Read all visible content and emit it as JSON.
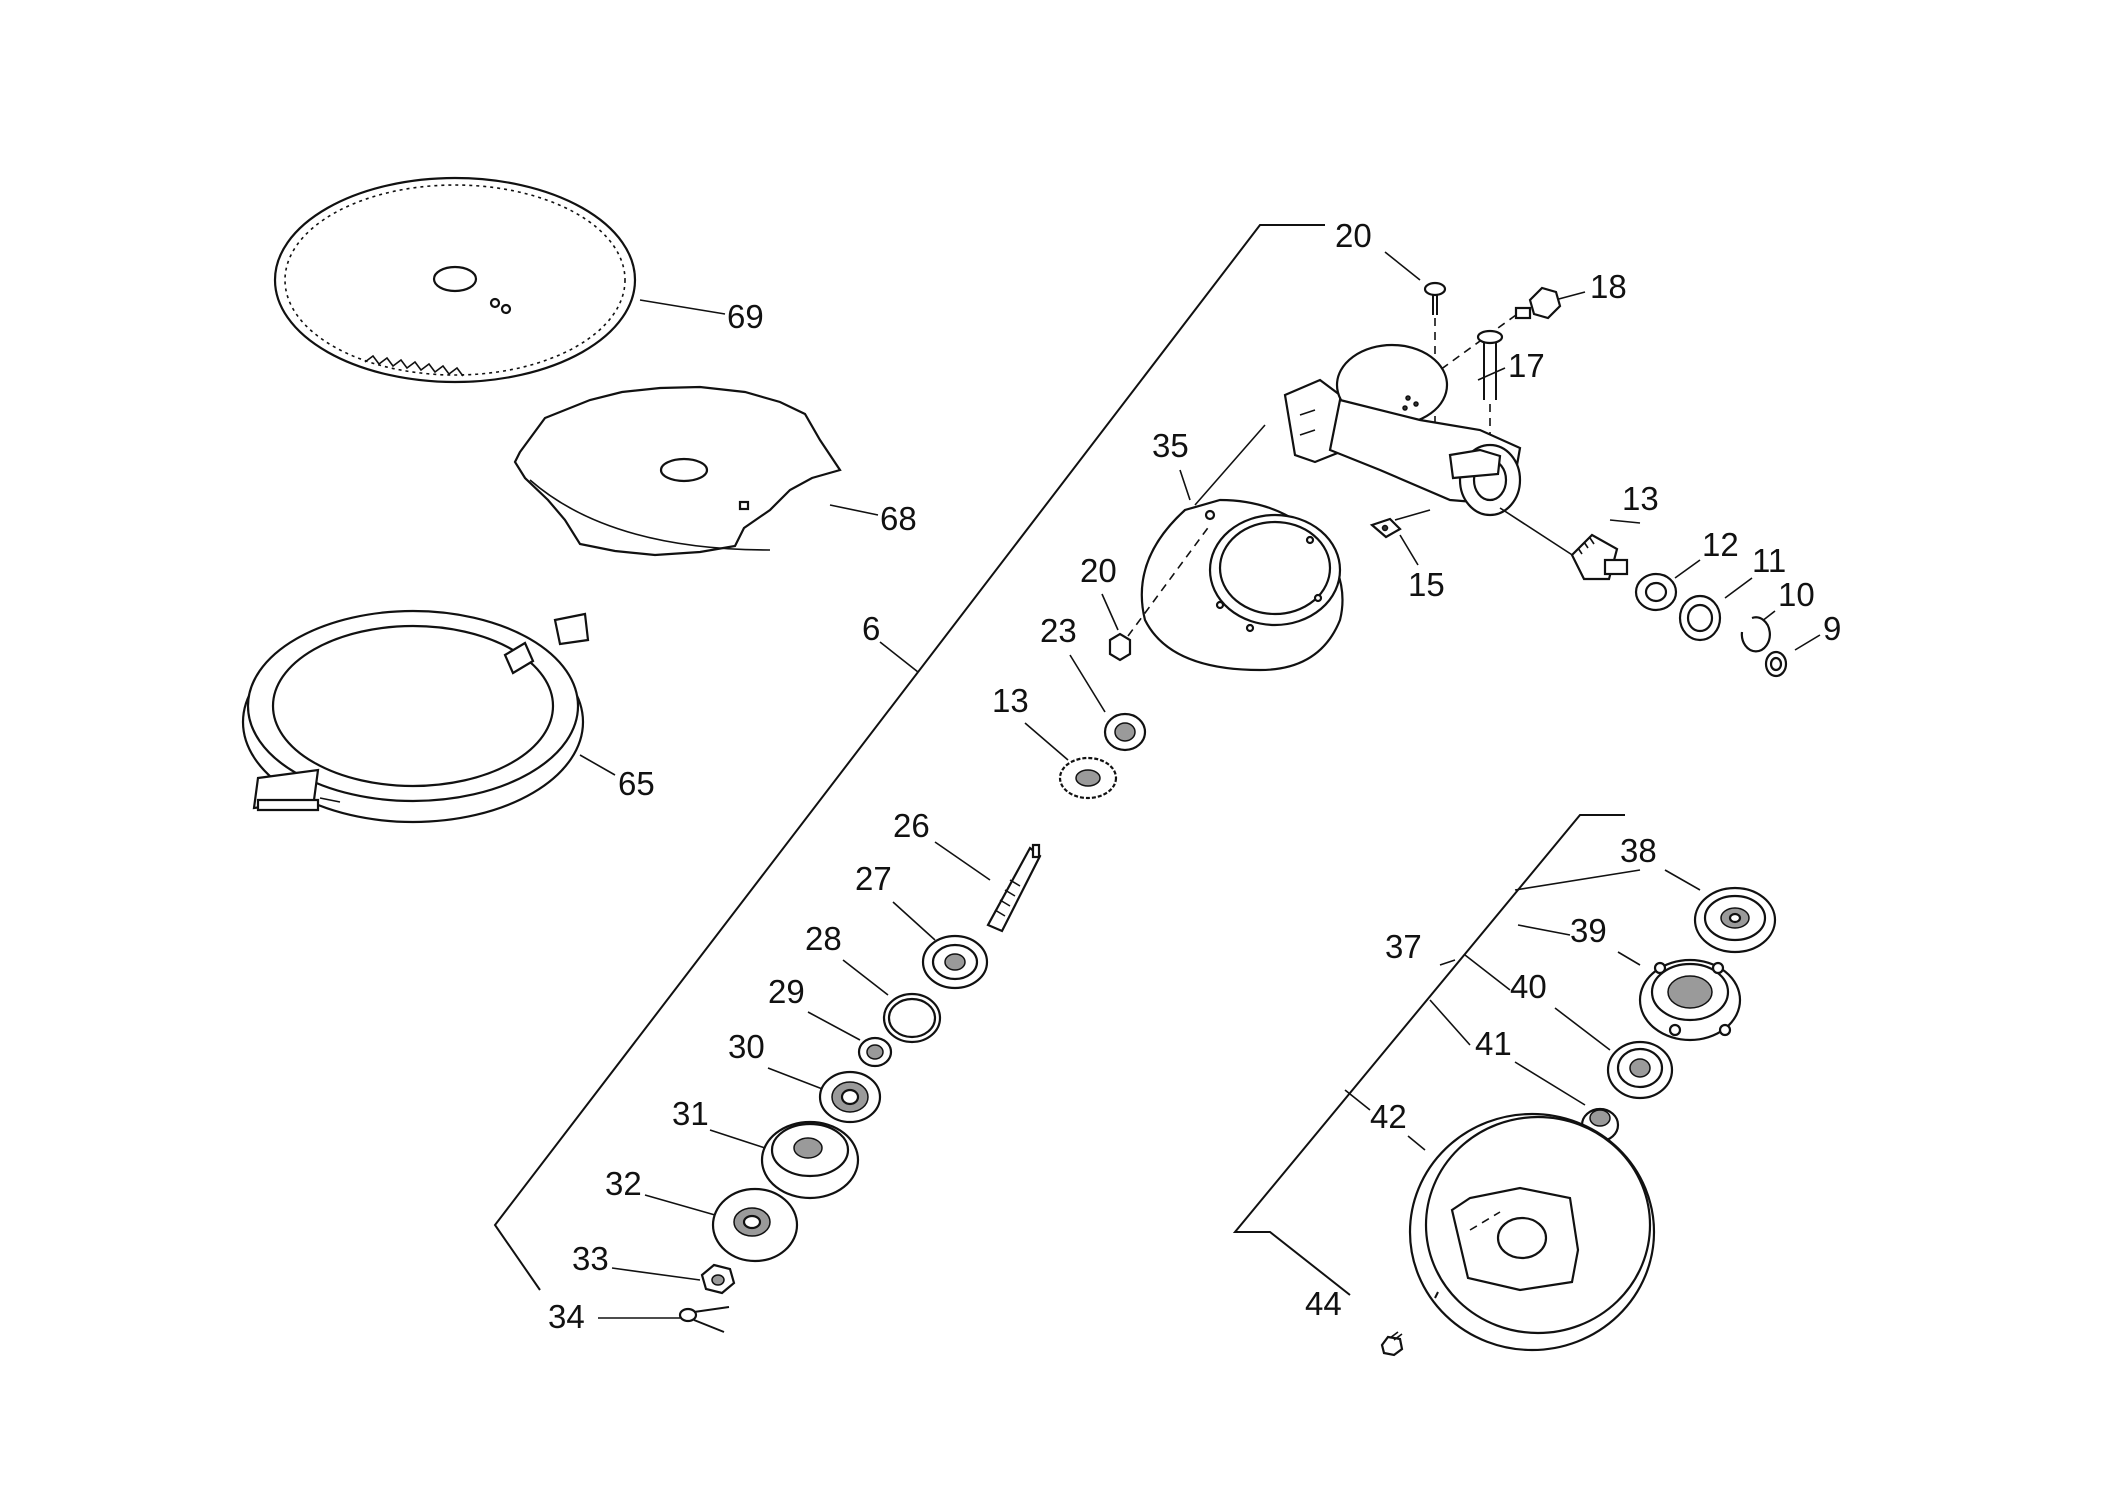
{
  "diagram": {
    "colors": {
      "ink": "#111111",
      "background": "#ffffff",
      "shade": "#9a9a9a"
    },
    "callouts": {
      "c69": "69",
      "c68": "68",
      "c65": "65",
      "c6": "6",
      "c20a": "20",
      "c18": "18",
      "c17": "17",
      "c35": "35",
      "c13a": "13",
      "c12": "12",
      "c11": "11",
      "c10": "10",
      "c9": "9",
      "c15": "15",
      "c20b": "20",
      "c23": "23",
      "c13b": "13",
      "c26": "26",
      "c27": "27",
      "c28": "28",
      "c29": "29",
      "c30": "30",
      "c31": "31",
      "c32": "32",
      "c33": "33",
      "c34": "34",
      "c38": "38",
      "c39": "39",
      "c37": "37",
      "c40": "40",
      "c41": "41",
      "c42": "42",
      "c44": "44"
    }
  }
}
